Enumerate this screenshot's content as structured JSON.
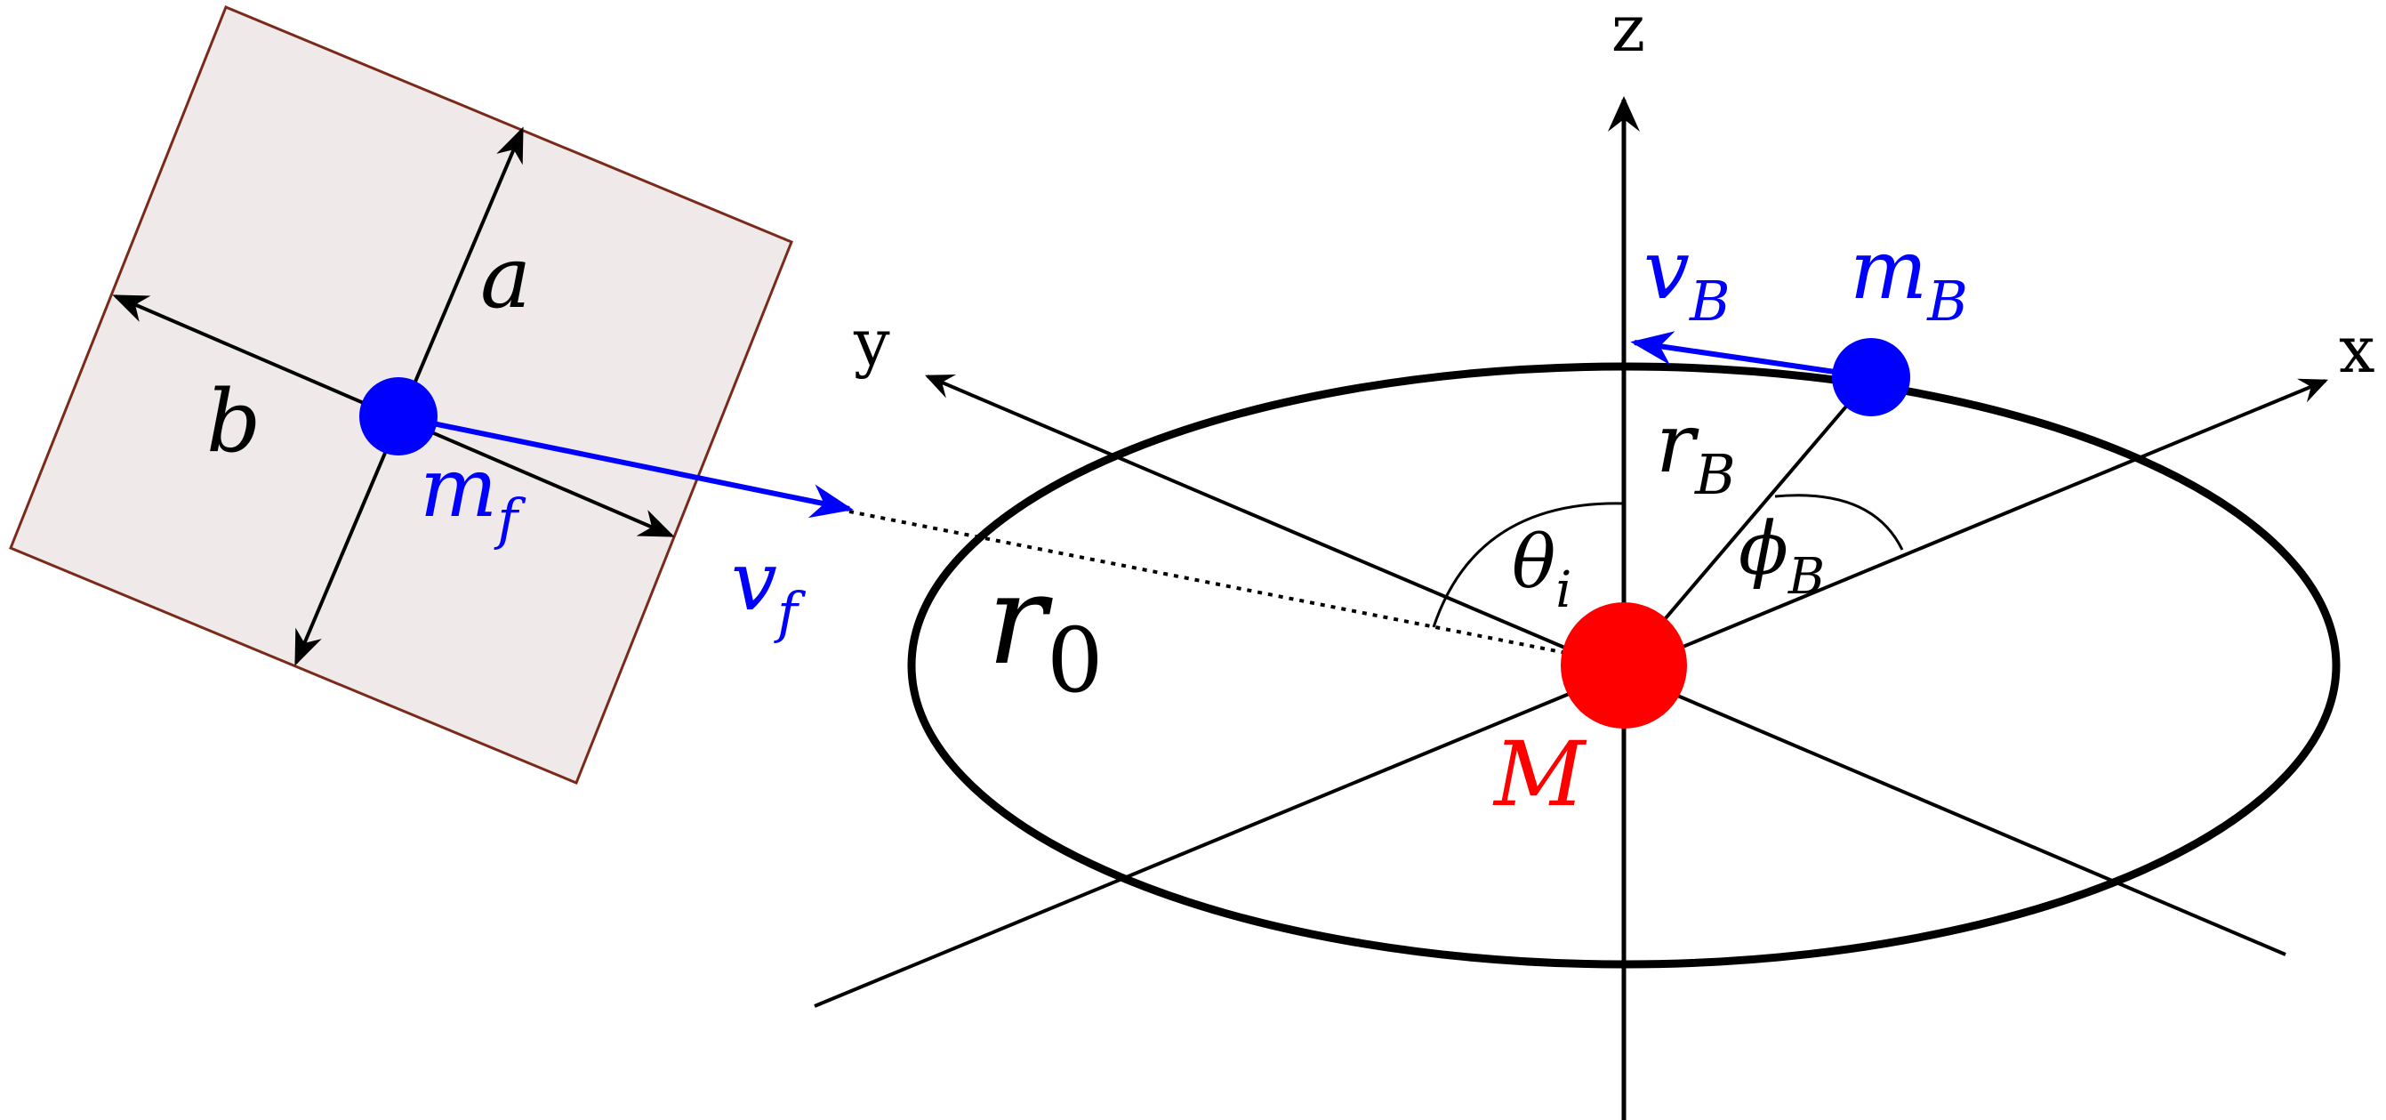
{
  "labels": {
    "z_axis": "z",
    "y_axis": "y",
    "x_axis": "x",
    "side_a": "a",
    "side_b": "b",
    "mf": {
      "base": "m",
      "sub": "f"
    },
    "vf": {
      "base": "v",
      "sub": "f"
    },
    "vB": {
      "base": "v",
      "sub": "B"
    },
    "mB": {
      "base": "m",
      "sub": "B"
    },
    "rB": {
      "base": "r",
      "sub": "B"
    },
    "theta": {
      "base": "θ",
      "sub": "i"
    },
    "phi": {
      "base": "ϕ",
      "sub": "B"
    },
    "r0": {
      "base": "r",
      "sub": "0"
    },
    "M": "M"
  },
  "colors": {
    "black": "#000000",
    "blue": "#0000ff",
    "red": "#ff0000",
    "plate_fill": "#efe9e9",
    "plate_edge": "#7a2a1a"
  }
}
